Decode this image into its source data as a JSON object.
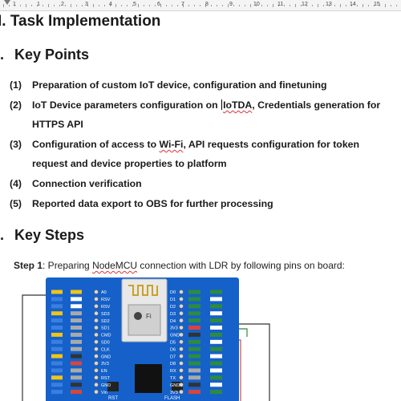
{
  "ruler": {
    "numbers": [
      "1",
      "1",
      "2",
      "3",
      "4",
      "5",
      "6",
      "7",
      "8",
      "9",
      "10",
      "11",
      "12",
      "13",
      "14",
      "15"
    ]
  },
  "heading_main": "I. Task Implementation",
  "key_points": {
    "title": "Key Points",
    "items": [
      {
        "num": "(1)",
        "text": "Preparation of custom IoT device, configuration and finetuning"
      },
      {
        "num": "(2)",
        "text_a": "IoT Device parameters configuration on ",
        "text_b": "IoTDA",
        "text_c": ", Credentials generation for",
        "line2": "HTTPS API"
      },
      {
        "num": "(3)",
        "text_a": "Configuration of access to ",
        "text_b": "Wi-Fi",
        "text_c": ", API requests configuration for token",
        "line2": "request and device properties to platform"
      },
      {
        "num": "(4)",
        "text": "Connection verification"
      },
      {
        "num": "(5)",
        "text": "Reported data export to OBS for further processing"
      }
    ]
  },
  "key_steps": {
    "title": "Key Steps",
    "step_label": "Step 1",
    "step_text_a": ": Preparing ",
    "step_text_b": "NodeMCU",
    "step_text_c": " connection with LDR by following pins on board:"
  },
  "board": {
    "left_pins": [
      "A0",
      "RSV",
      "RSV",
      "SD3",
      "SD2",
      "SD1",
      "CMD",
      "SD0",
      "CLK",
      "GND",
      "3V3",
      "EN",
      "RST",
      "GND",
      "Vin"
    ],
    "right_pins": [
      "D0",
      "D1",
      "D2",
      "D3",
      "D4",
      "3V3",
      "GND",
      "D5",
      "D6",
      "D7",
      "D8",
      "RX",
      "TX",
      "GND",
      "3V3"
    ],
    "bottom_labels": [
      "RST",
      "FLASH"
    ],
    "colors": {
      "board": "#1561c9",
      "wire_dark": "#333333",
      "wire_green": "#2e8b3d",
      "wire_red": "#d9453a"
    }
  }
}
